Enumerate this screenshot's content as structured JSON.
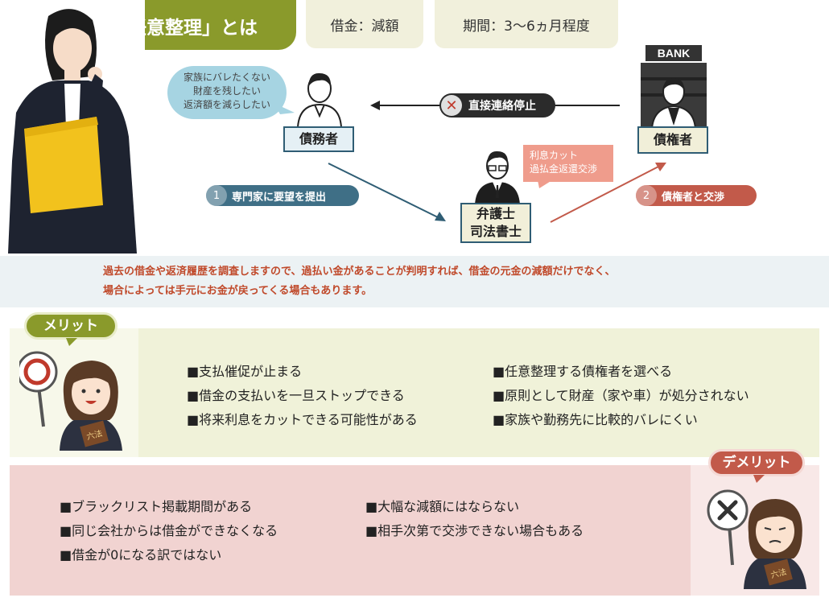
{
  "header": {
    "title": "「任意整理」とは",
    "info1": "借金：減額",
    "info2": "期間：3〜6ヵ月程度"
  },
  "diagram": {
    "bubble_lines": [
      "家族にバレたくない",
      "財産を残したい",
      "返済額を減らしたい"
    ],
    "debtor_label": "債務者",
    "creditor_label": "債権者",
    "bank_sign": "BANK",
    "stop_label": "直接連絡停止",
    "lawyer_label_1": "弁護士",
    "lawyer_label_2": "司法書士",
    "lawyer_bubble_lines": [
      "利息カット",
      "過払金返還交渉"
    ],
    "step1_num": "1",
    "step1_label": "専門家に要望を提出",
    "step2_num": "2",
    "step2_label": "債権者と交渉"
  },
  "note": {
    "line1": "過去の借金や返済履歴を調査しますので、過払い金があることが判明すれば、借金の元金の減額だけでなく、",
    "line2": "場合によっては手元にお金が戻ってくる場合もあります。"
  },
  "merit": {
    "tag": "メリット",
    "col1": [
      "■支払催促が止まる",
      "■借金の支払いを一旦ストップできる",
      "■将来利息をカットできる可能性がある"
    ],
    "col2": [
      "■任意整理する債権者を選べる",
      "■原則として財産（家や車）が処分されない",
      "■家族や勤務先に比較的バレにくい"
    ],
    "book_label": "六法"
  },
  "demerit": {
    "tag": "デメリット",
    "col1": [
      "■ブラックリスト掲載期間がある",
      "■同じ会社からは借金ができなくなる",
      "■借金が0になる訳ではない"
    ],
    "col2": [
      "■大幅な減額にはならない",
      "■相手次第で交渉できない場合もある"
    ],
    "book_label": "六法"
  },
  "colors": {
    "olive": "#8a9a2b",
    "navy": "#2f5d74",
    "teal_pill": "#3f6f86",
    "coral": "#c25a4a",
    "note_red": "#c0492a"
  }
}
